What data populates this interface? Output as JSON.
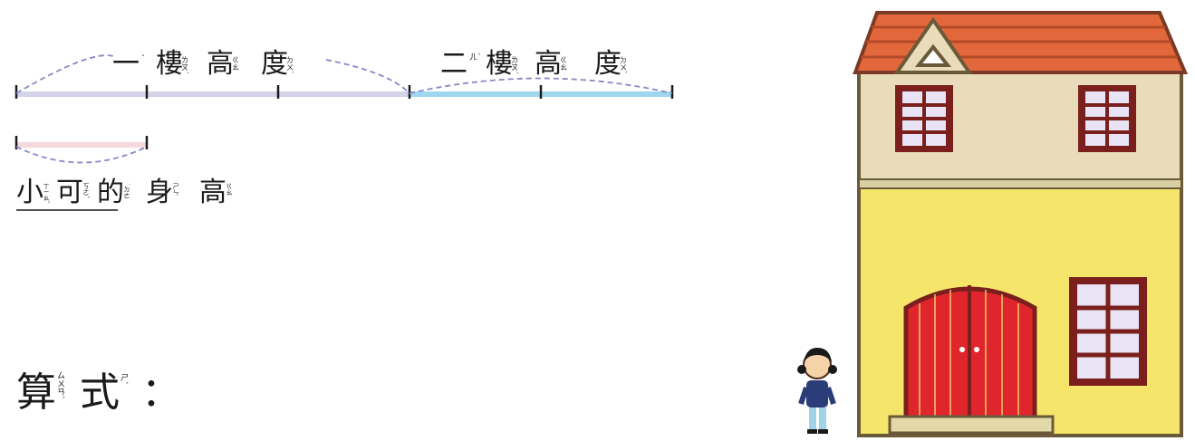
{
  "diagram": {
    "label_floor1": {
      "chars": [
        {
          "c": "一",
          "z": "ˋ"
        },
        {
          "c": "樓",
          "z": "ㄌㄡˊ"
        },
        {
          "c": "高",
          "z": "ㄍㄠ"
        },
        {
          "c": "度",
          "z": "ㄉㄨˋ"
        }
      ]
    },
    "label_floor2": {
      "chars": [
        {
          "c": "二",
          "z": "ㄦˋ"
        },
        {
          "c": "樓",
          "z": "ㄌㄡˊ"
        },
        {
          "c": "高",
          "z": "ㄍㄠ"
        },
        {
          "c": "度",
          "z": "ㄉㄨˋ"
        }
      ]
    },
    "label_height": {
      "chars": [
        {
          "c": "小",
          "z": "ㄒㄧㄠˇ"
        },
        {
          "c": "可",
          "z": "ㄎㄜˇ"
        },
        {
          "c": "的",
          "z": "˙ㄉㄜ"
        },
        {
          "c": "身",
          "z": "ㄕㄣ"
        },
        {
          "c": "高",
          "z": "ㄍㄠ"
        }
      ]
    },
    "floor1_segments": 3,
    "floor2_segments": 2,
    "height_segments": 1
  },
  "formula": {
    "chars": [
      {
        "c": "算",
        "z": "ㄙㄨㄢˋ"
      },
      {
        "c": "式",
        "z": "ㄕˋ"
      }
    ],
    "colon": "："
  },
  "colors": {
    "floor1_bar": "#d4d3ea",
    "floor2_bar": "#9ed7ee",
    "height_bar": "#f7d8dc",
    "brace": "#8a87c8",
    "roof": "#e2683c",
    "upper_wall": "#e8dcbb",
    "lower_wall": "#f5e56a",
    "door": "#e0262c",
    "window_frame": "#7a1f1c"
  }
}
